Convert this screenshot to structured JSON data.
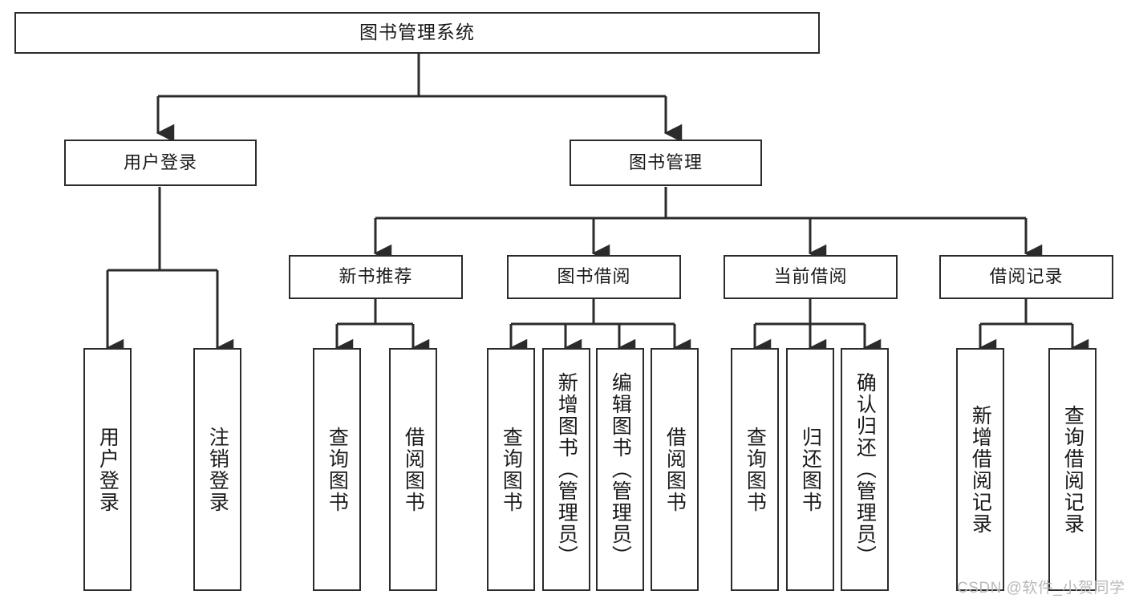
{
  "diagram": {
    "title": "图书管理系统",
    "type": "tree-hierarchy",
    "colors": {
      "stroke": "#2b2b2b",
      "fill": "#ffffff",
      "text": "#1a1a1a",
      "watermark": "#b9b9b9"
    },
    "levels": {
      "root": {
        "label": "图书管理系统"
      },
      "level2": [
        {
          "label": "用户登录"
        },
        {
          "label": "图书管理"
        }
      ],
      "level3": [
        {
          "label": "新书推荐"
        },
        {
          "label": "图书借阅"
        },
        {
          "label": "当前借阅"
        },
        {
          "label": "借阅记录"
        }
      ],
      "leaves": [
        {
          "label": "用户登录",
          "parent": "用户登录"
        },
        {
          "label": "注销登录",
          "parent": "用户登录"
        },
        {
          "label": "查询图书",
          "parent": "新书推荐"
        },
        {
          "label": "借阅图书",
          "parent": "新书推荐"
        },
        {
          "label": "查询图书",
          "parent": "图书借阅"
        },
        {
          "label": "新增图书（管理员）",
          "parent": "图书借阅"
        },
        {
          "label": "编辑图书（管理员）",
          "parent": "图书借阅"
        },
        {
          "label": "借阅图书",
          "parent": "图书借阅"
        },
        {
          "label": "查询图书",
          "parent": "当前借阅"
        },
        {
          "label": "归还图书",
          "parent": "当前借阅"
        },
        {
          "label": "确认归还（管理员）",
          "parent": "当前借阅"
        },
        {
          "label": "新增借阅记录",
          "parent": "借阅记录"
        },
        {
          "label": "查询借阅记录",
          "parent": "借阅记录"
        }
      ]
    },
    "watermark": "CSDN @软件_小贺同学"
  }
}
